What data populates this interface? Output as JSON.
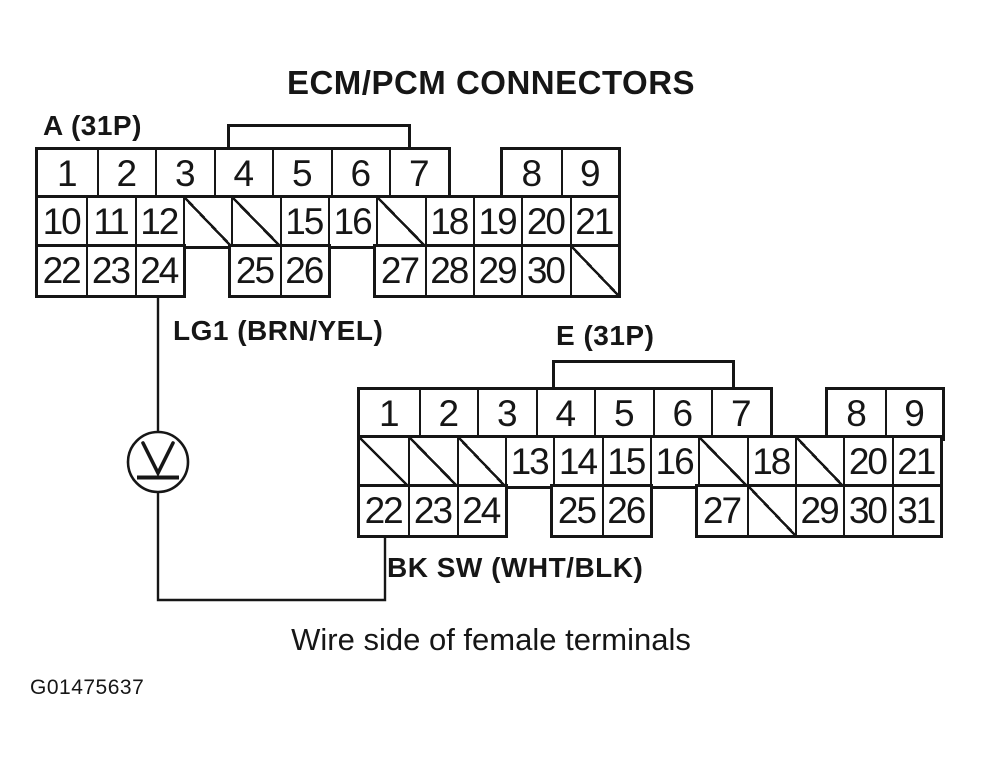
{
  "title": "ECM/PCM CONNECTORS",
  "caption": "Wire side of female terminals",
  "figure_id": "G01475637",
  "colors": {
    "ink": "#161616",
    "paper": "#ffffff"
  },
  "connector_a": {
    "label": "A (31P)",
    "wire_label": "LG1 (BRN/YEL)",
    "row1_left": [
      "1",
      "2",
      "3",
      "4",
      "5",
      "6",
      "7"
    ],
    "row1_right": [
      "8",
      "9"
    ],
    "row2": [
      "10",
      "11",
      "12",
      "/",
      "/",
      "15",
      "16",
      "/",
      "18",
      "19",
      "20",
      "21"
    ],
    "row3_left": [
      "22",
      "23",
      "24"
    ],
    "row3_mid": [
      "25",
      "26"
    ],
    "row3_right": [
      "27",
      "28",
      "29",
      "30",
      "/"
    ]
  },
  "connector_e": {
    "label": "E (31P)",
    "wire_label": "BK SW (WHT/BLK)",
    "row1_left": [
      "1",
      "2",
      "3",
      "4",
      "5",
      "6",
      "7"
    ],
    "row1_right": [
      "8",
      "9"
    ],
    "row2": [
      "/",
      "/",
      "/",
      "13",
      "14",
      "15",
      "16",
      "/",
      "18",
      "/",
      "20",
      "21"
    ],
    "row3_left": [
      "22",
      "23",
      "24"
    ],
    "row3_mid": [
      "25",
      "26"
    ],
    "row3_right": [
      "27",
      "/",
      "29",
      "30",
      "31"
    ]
  },
  "ground_symbol": "body-ground"
}
